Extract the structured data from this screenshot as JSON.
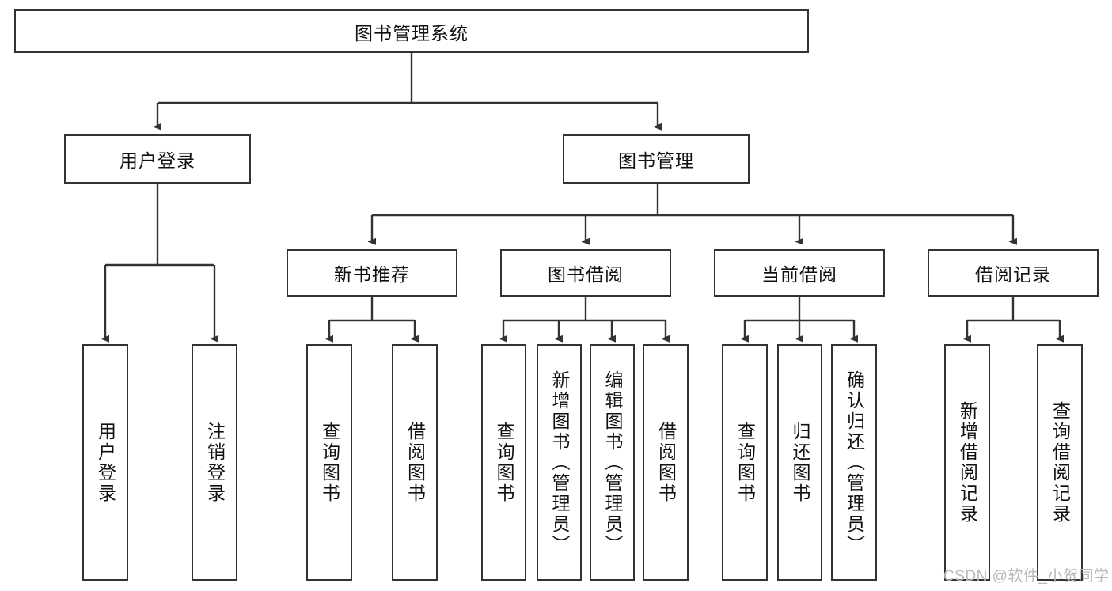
{
  "diagram": {
    "title": "图书管理系统",
    "type": "tree-hierarchy",
    "root": {
      "label": "图书管理系统"
    },
    "level2": [
      {
        "label": "用户登录"
      },
      {
        "label": "图书管理"
      }
    ],
    "level3": [
      {
        "label": "新书推荐"
      },
      {
        "label": "图书借阅"
      },
      {
        "label": "当前借阅"
      },
      {
        "label": "借阅记录"
      }
    ],
    "leaves": {
      "user_login": [
        {
          "label": "用户登录"
        },
        {
          "label": "注销登录"
        }
      ],
      "new_book_recommend": [
        {
          "label": "查询图书"
        },
        {
          "label": "借阅图书"
        }
      ],
      "book_borrow": [
        {
          "label": "查询图书"
        },
        {
          "label": "新增图书（管理员）"
        },
        {
          "label": "编辑图书（管理员）"
        },
        {
          "label": "借阅图书"
        }
      ],
      "current_borrow": [
        {
          "label": "查询图书"
        },
        {
          "label": "归还图书"
        },
        {
          "label": "确认归还（管理员）"
        }
      ],
      "borrow_record": [
        {
          "label": "新增借阅记录"
        },
        {
          "label": "查询借阅记录"
        }
      ]
    }
  },
  "watermark": {
    "text": "CSDN @软件_小贺同学"
  },
  "colors": {
    "stroke": "#333333",
    "background": "#ffffff",
    "text": "#111111",
    "watermark": "#b8b8b8"
  }
}
